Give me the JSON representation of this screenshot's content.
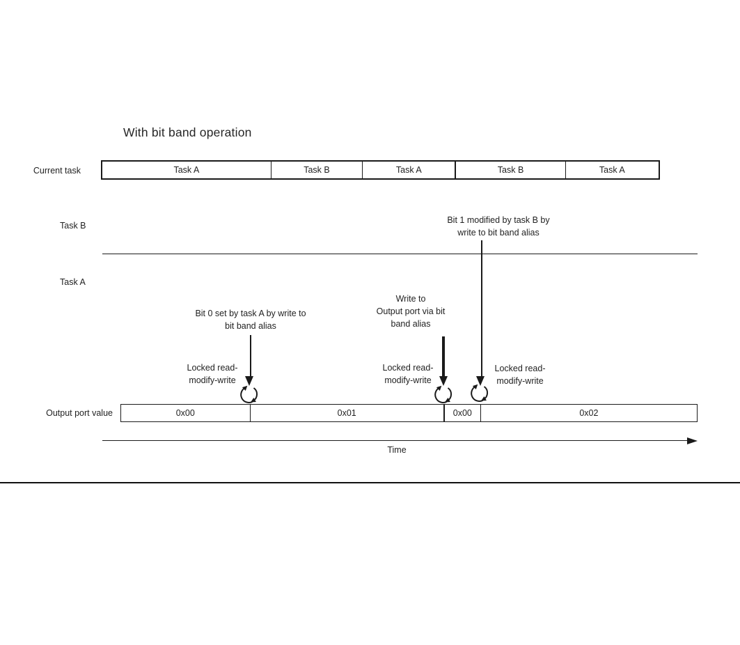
{
  "title": "With bit band operation",
  "current_task_row": {
    "label": "Current task",
    "segments": [
      {
        "label": "Task A"
      },
      {
        "label": "Task B"
      },
      {
        "label": "Task A"
      },
      {
        "label": "Task B"
      },
      {
        "label": "Task A"
      }
    ]
  },
  "task_levels": {
    "top_label": "Task B",
    "bottom_label": "Task A"
  },
  "annotations": {
    "bit1": "Bit 1 modified by task B by\nwrite to bit band alias",
    "bit0": "Bit 0 set by task A by write to\nbit band alias",
    "write_output": "Write to\nOutput port via bit\nband alias",
    "locked_rmw": [
      {
        "label": "Locked read-\nmodify-write"
      },
      {
        "label": "Locked read-\nmodify-write"
      },
      {
        "label": "Locked read-\nmodify-write"
      }
    ]
  },
  "output_row": {
    "label": "Output port value",
    "segments": [
      {
        "value": "0x00"
      },
      {
        "value": "0x01"
      },
      {
        "value": "0x00"
      },
      {
        "value": "0x02"
      }
    ]
  },
  "time_axis": {
    "label": "Time"
  },
  "colors": {
    "ink": "#1a1a1a",
    "background": "#ffffff"
  }
}
